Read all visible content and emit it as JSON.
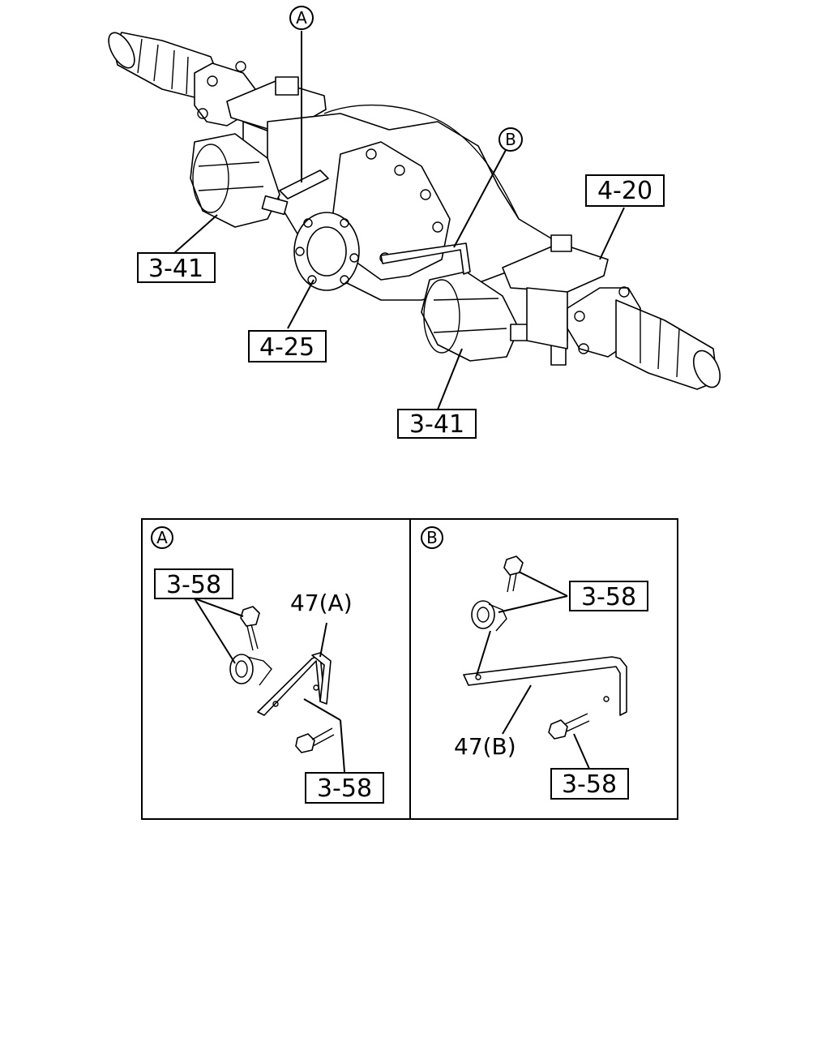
{
  "main_diagram": {
    "callouts": {
      "circle_a": "A",
      "circle_b": "B"
    },
    "refs": {
      "upper_left_hub": "3-41",
      "differential_cover": "4-25",
      "lower_right_hub": "3-41",
      "right_bracket": "4-20"
    }
  },
  "detail_a": {
    "marker": "A",
    "part_label": "47(A)",
    "ref_top": "3-58",
    "ref_bottom": "3-58"
  },
  "detail_b": {
    "marker": "B",
    "part_label": "47(B)",
    "ref_top": "3-58",
    "ref_bottom": "3-58"
  }
}
